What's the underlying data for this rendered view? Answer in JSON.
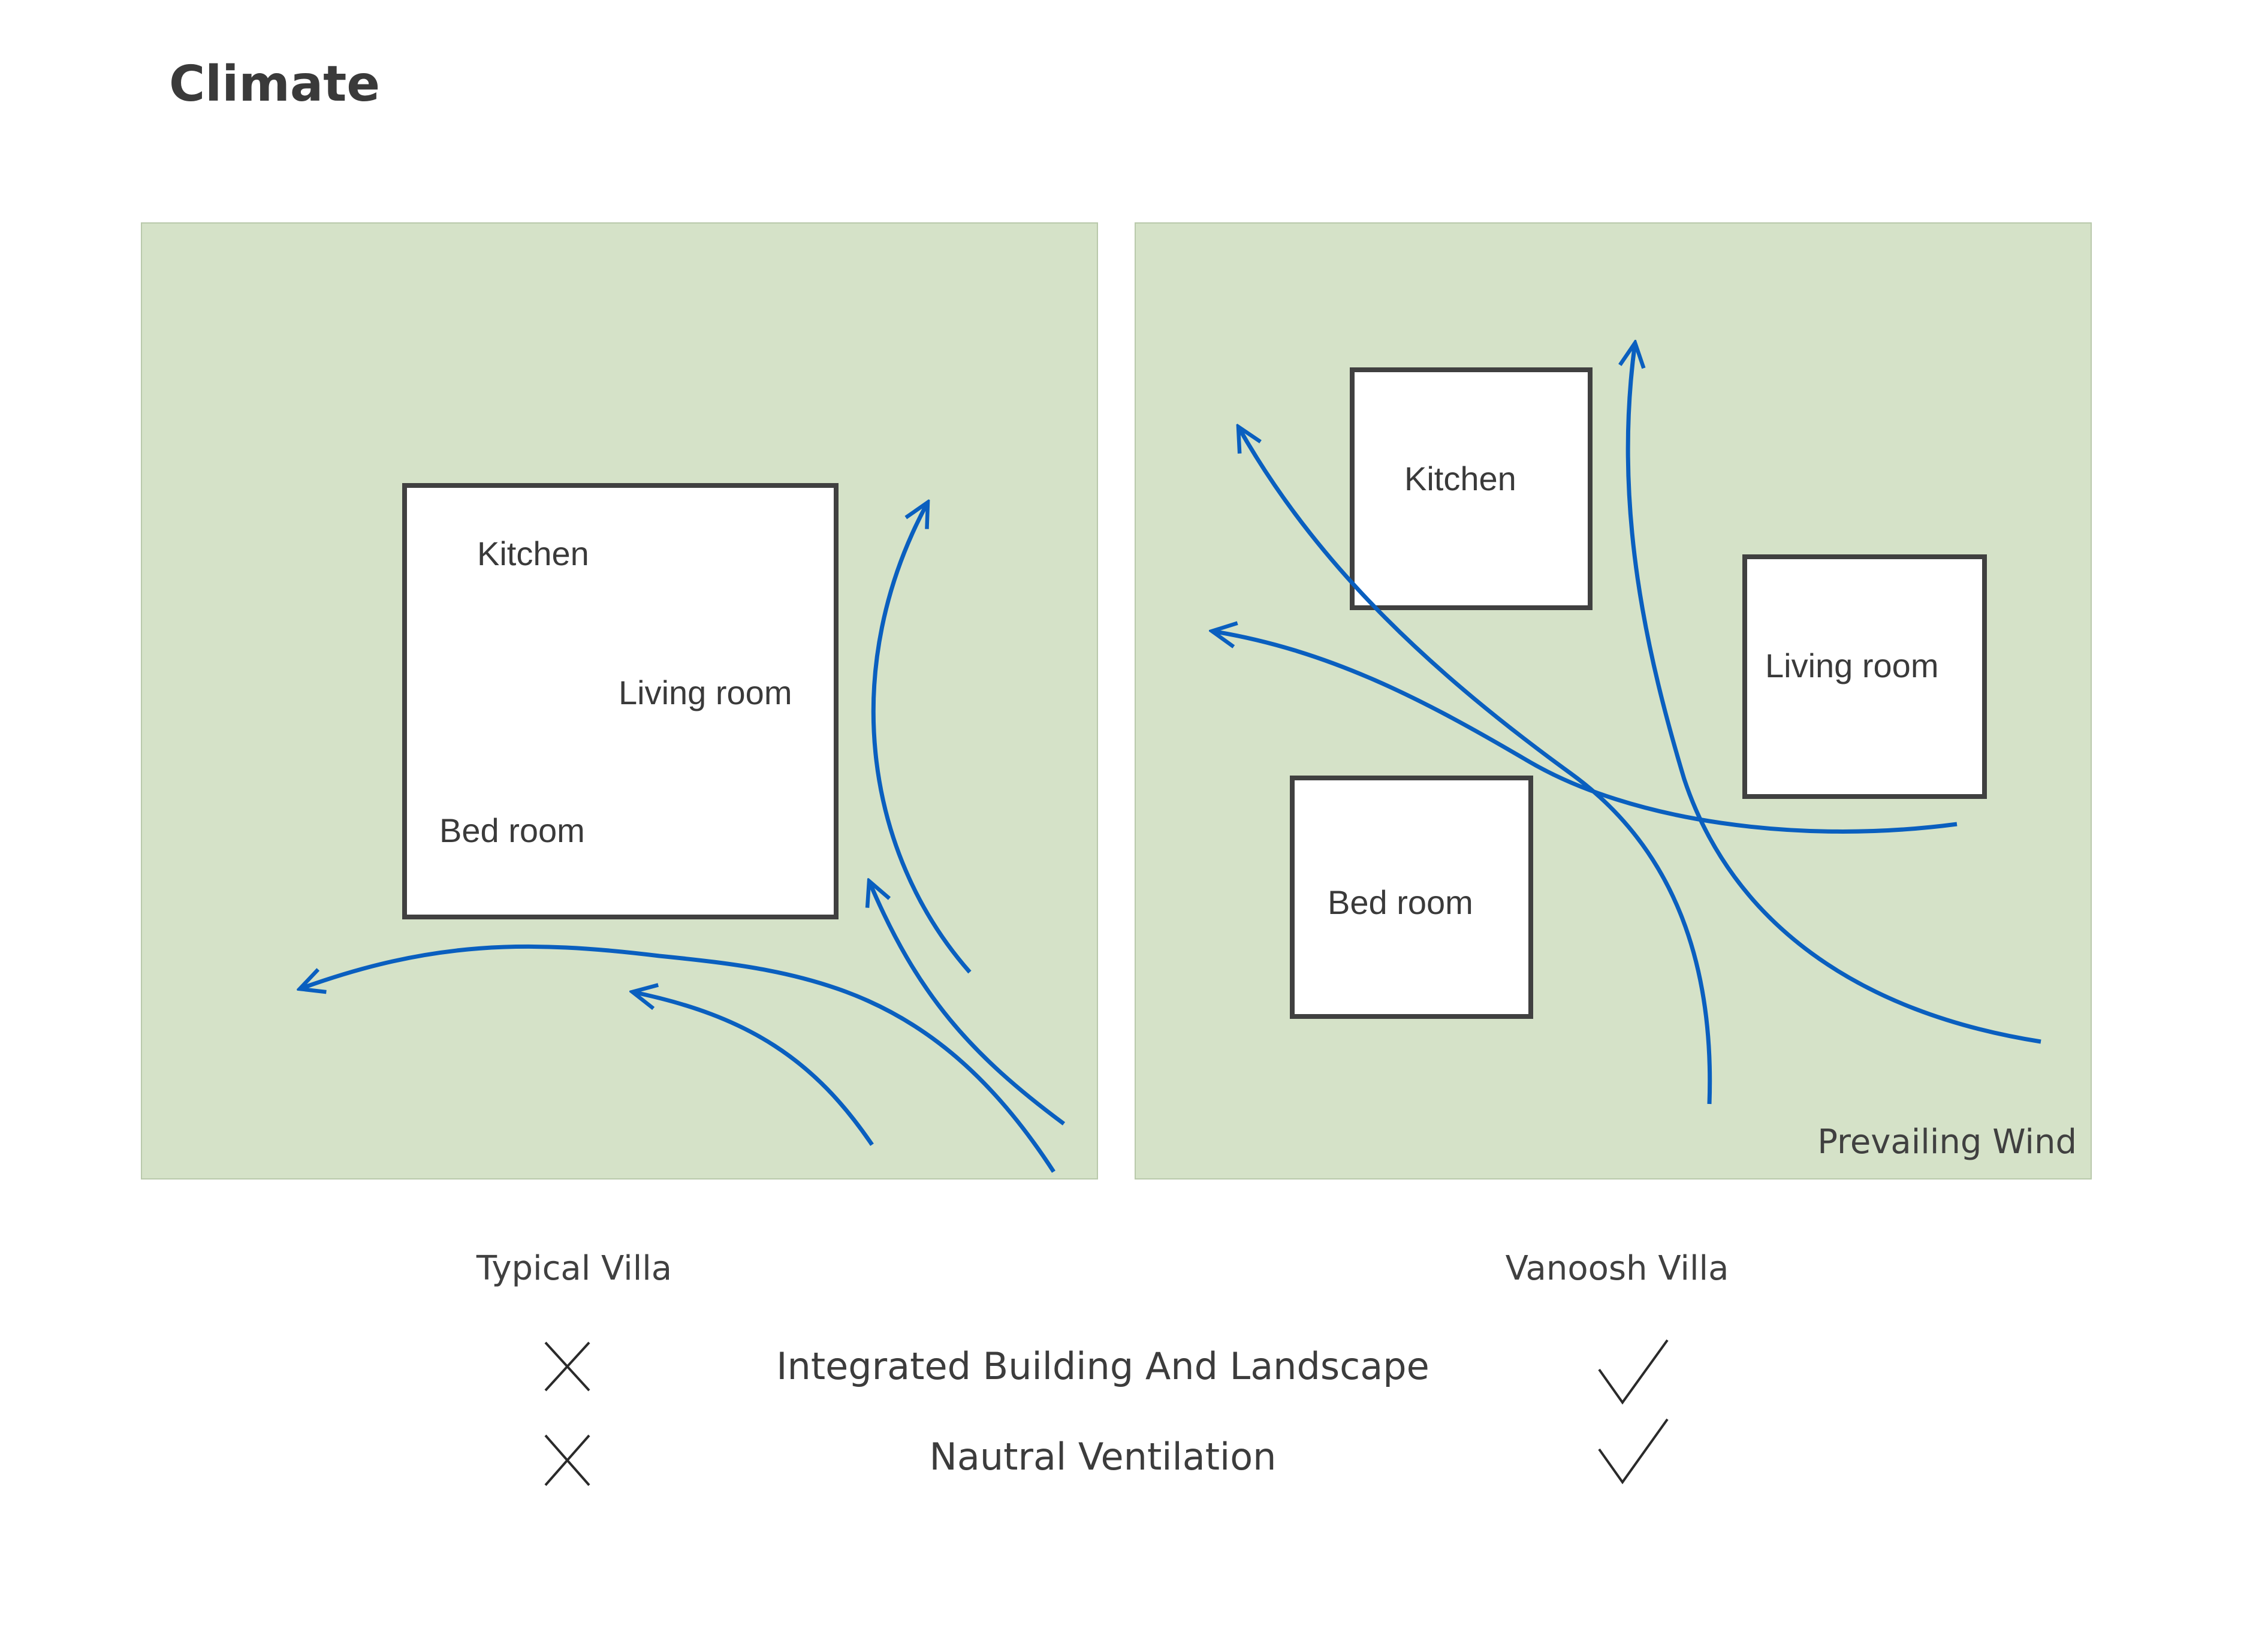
{
  "title": "Climate",
  "colors": {
    "landscape": "#d5e2c8",
    "wind_arrow": "#0a5fbf",
    "room_outline": "#404040",
    "room_fill": "#ffffff"
  },
  "typical": {
    "rooms": {
      "kitchen": "Kitchen",
      "living": "Living room",
      "bed": "Bed room"
    },
    "caption": "Typical Villa"
  },
  "vanoosh": {
    "rooms": {
      "kitchen": "Kitchen",
      "living": "Living room",
      "bed": "Bed room"
    },
    "wind_label": "Prevailing Wind",
    "caption": "Vanoosh Villa"
  },
  "criteria": [
    {
      "label": "Integrated Building And Landscape",
      "typical": "cross-icon",
      "vanoosh": "check-icon"
    },
    {
      "label": "Nautral Ventilation",
      "typical": "cross-icon",
      "vanoosh": "check-icon"
    }
  ]
}
